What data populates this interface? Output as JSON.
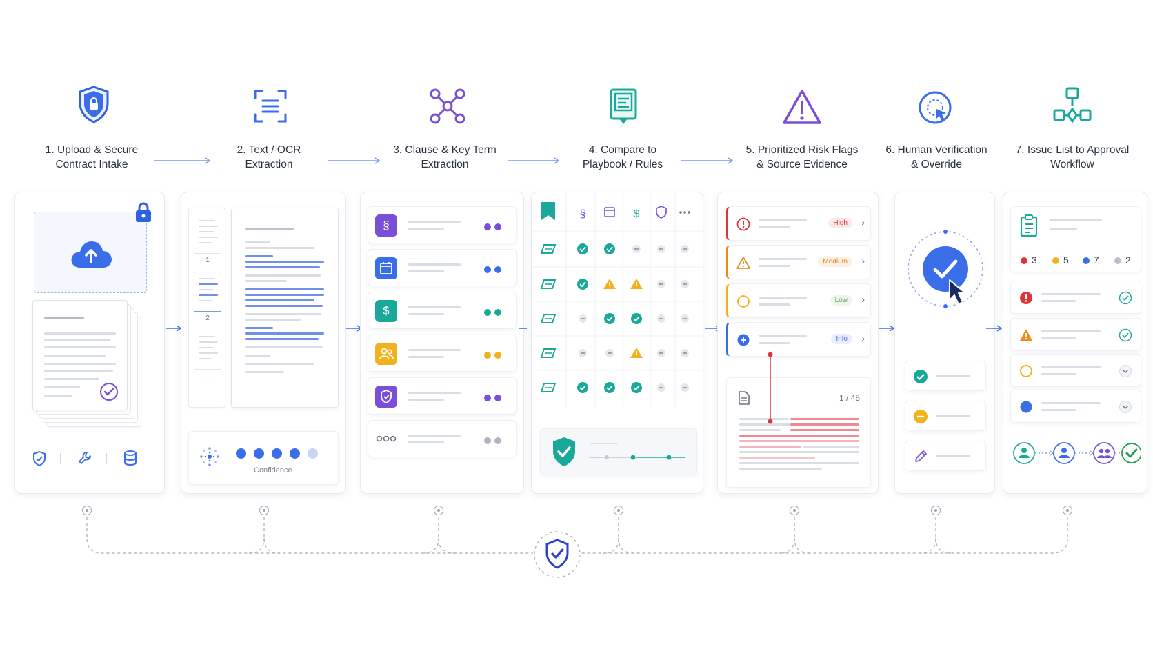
{
  "steps": [
    {
      "line1": "1. Upload & Secure",
      "line2": "Contract Intake",
      "icon": "shield-lock-icon"
    },
    {
      "line1": "2. Text / OCR",
      "line2": "Extraction",
      "icon": "ocr-scan-icon"
    },
    {
      "line1": "3. Clause & Key Term",
      "line2": "Extraction",
      "icon": "network-nodes-icon"
    },
    {
      "line1": "4. Compare to",
      "line2": "Playbook / Rules",
      "icon": "playbook-book-icon"
    },
    {
      "line1": "5. Prioritized Risk Flags",
      "line2": "& Source Evidence",
      "icon": "warning-triangle-icon"
    },
    {
      "line1": "6. Human Verification",
      "line2": "& Override",
      "icon": "cursor-click-icon"
    },
    {
      "line1": "7. Issue List to Approval",
      "line2": "Workflow",
      "icon": "workflow-flowchart-icon"
    }
  ],
  "ocr": {
    "page_numbers": [
      "1",
      "2",
      "..."
    ],
    "confidence_label": "Confidence"
  },
  "risk_flags": [
    {
      "level": "High",
      "color": "#e0343b",
      "badge_bg": "#fde8ea",
      "badge_fg": "#d33a43"
    },
    {
      "level": "Medium",
      "color": "#f08a1c",
      "badge_bg": "#fdf0e2",
      "badge_fg": "#e07b19"
    },
    {
      "level": "Low",
      "color": "#f2b21e",
      "badge_bg": "#eef5ec",
      "badge_fg": "#6a9e5e"
    },
    {
      "level": "Info",
      "color": "#3a6ee8",
      "badge_bg": "#e8eefc",
      "badge_fg": "#4a6fd8"
    }
  ],
  "evidence": {
    "page_counter": "1 / 45"
  },
  "issue_counts": [
    {
      "value": "3",
      "color": "#e0343b"
    },
    {
      "value": "5",
      "color": "#f2b21e"
    },
    {
      "value": "7",
      "color": "#3a6ee8"
    },
    {
      "value": "2",
      "color": "#b9bfc9"
    }
  ],
  "colors": {
    "accent_blue": "#3a6ee8",
    "purple": "#7a4fd6",
    "teal": "#1aa89a",
    "orange": "#f2b21e",
    "red": "#e0343b",
    "green": "#1f9e76"
  }
}
